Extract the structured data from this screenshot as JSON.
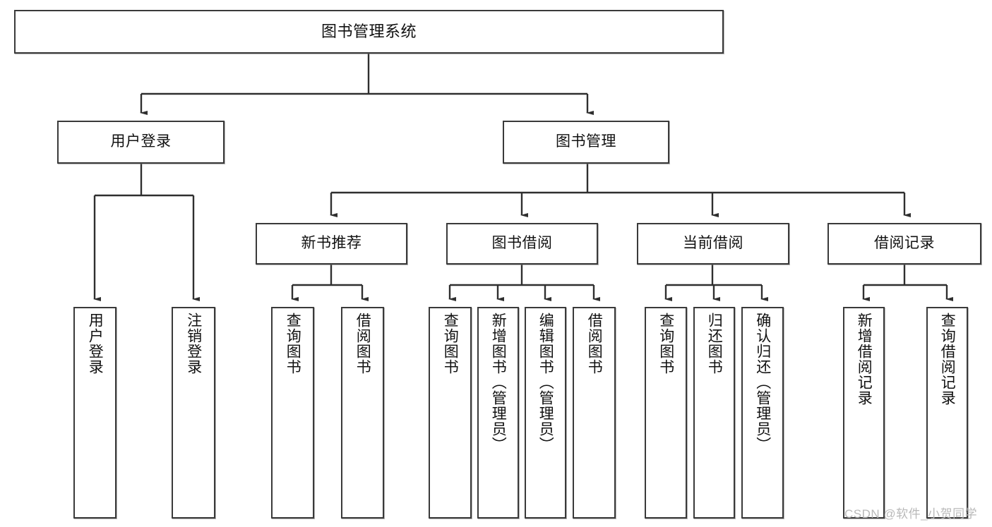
{
  "diagram": {
    "type": "tree-hierarchy-diagram",
    "title": "图书管理系统",
    "watermark": "CSDN @软件_小贺同学",
    "colors": {
      "box_border": "#3a3a3a",
      "box_fill": "#ffffff",
      "edge": "#2f2f2f",
      "text": "#111111",
      "watermark": "#b9b9b9"
    },
    "nodes": {
      "root": {
        "label": "图书管理系统"
      },
      "level2": [
        {
          "id": "user-login",
          "label": "用户登录"
        },
        {
          "id": "book-manage",
          "label": "图书管理"
        }
      ],
      "level3": [
        {
          "id": "new-book-recommend",
          "label": "新书推荐"
        },
        {
          "id": "book-borrow",
          "label": "图书借阅"
        },
        {
          "id": "current-borrow",
          "label": "当前借阅"
        },
        {
          "id": "borrow-record",
          "label": "借阅记录"
        }
      ],
      "leaves": {
        "user-login": [
          {
            "id": "leaf-user-login",
            "label": "用户登录"
          },
          {
            "id": "leaf-user-logout",
            "label": "注销登录"
          }
        ],
        "new-book-recommend": [
          {
            "id": "leaf-query-book-1",
            "label": "查询图书"
          },
          {
            "id": "leaf-borrow-book-1",
            "label": "借阅图书"
          }
        ],
        "book-borrow": [
          {
            "id": "leaf-query-book-2",
            "label": "查询图书"
          },
          {
            "id": "leaf-add-book",
            "label": "新增图书（管理员）"
          },
          {
            "id": "leaf-edit-book",
            "label": "编辑图书（管理员）"
          },
          {
            "id": "leaf-borrow-book-2",
            "label": "借阅图书"
          }
        ],
        "current-borrow": [
          {
            "id": "leaf-query-book-3",
            "label": "查询图书"
          },
          {
            "id": "leaf-return-book",
            "label": "归还图书"
          },
          {
            "id": "leaf-confirm-return",
            "label": "确认归还（管理员）"
          }
        ],
        "borrow-record": [
          {
            "id": "leaf-add-record",
            "label": "新增借阅记录"
          },
          {
            "id": "leaf-query-record",
            "label": "查询借阅记录"
          }
        ]
      }
    }
  }
}
